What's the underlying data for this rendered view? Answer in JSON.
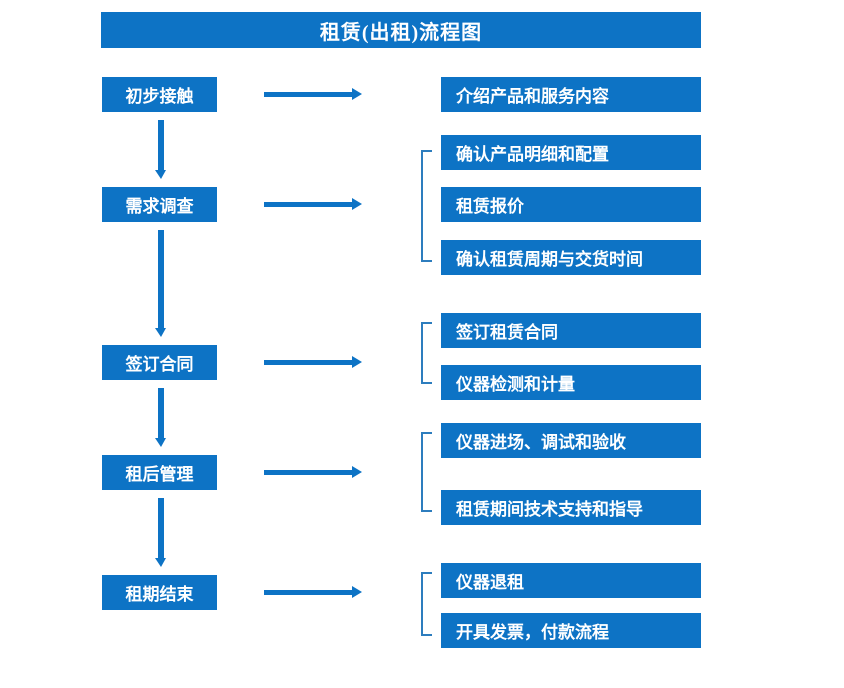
{
  "diagram": {
    "title": "租赁(出租)流程图",
    "accent_color": "#0d73c5",
    "bracket_color": "#2d7dbe",
    "background_color": "#ffffff",
    "text_color": "#ffffff"
  },
  "stages": [
    {
      "label": "初步接触"
    },
    {
      "label": "需求调查"
    },
    {
      "label": "签订合同"
    },
    {
      "label": "租后管理"
    },
    {
      "label": "租期结束"
    }
  ],
  "details": [
    {
      "label": "介绍产品和服务内容"
    },
    {
      "label": "确认产品明细和配置"
    },
    {
      "label": "租赁报价"
    },
    {
      "label": "确认租赁周期与交货时间"
    },
    {
      "label": "签订租赁合同"
    },
    {
      "label": "仪器检测和计量"
    },
    {
      "label": "仪器进场、调试和验收"
    },
    {
      "label": "租赁期间技术支持和指导"
    },
    {
      "label": "仪器退租"
    },
    {
      "label": "开具发票，付款流程"
    }
  ],
  "groups": [
    {
      "stage": "需求调查",
      "detail_indices": [
        1,
        2,
        3
      ]
    },
    {
      "stage": "签订合同",
      "detail_indices": [
        4,
        5
      ]
    },
    {
      "stage": "租后管理",
      "detail_indices": [
        6,
        7
      ]
    },
    {
      "stage": "租期结束",
      "detail_indices": [
        8,
        9
      ]
    }
  ]
}
